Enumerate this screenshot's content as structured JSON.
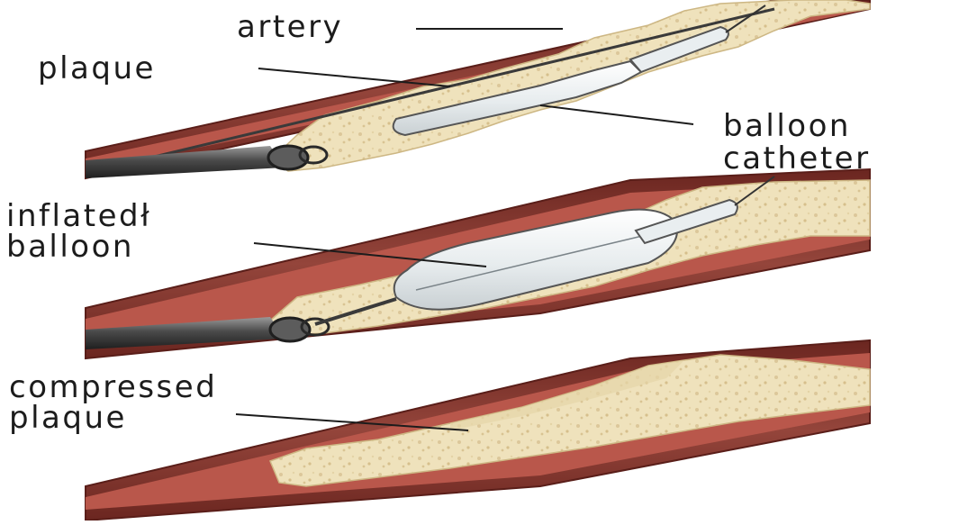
{
  "labels": {
    "artery": "artery",
    "plaque": "plaque",
    "balloon_catheter": [
      "balloon",
      "catheter"
    ],
    "inflated_balloon": [
      "inflatedł",
      "balloon"
    ],
    "compressed_plaque": [
      "compressed",
      "plaque"
    ]
  },
  "colors": {
    "artery_wall": "#8c3d35",
    "artery_wall_dark": "#6b2620",
    "lumen_edge": "#c26a5e",
    "plaque": "#efe2bc",
    "plaque_fleck": "#d8c290",
    "balloon": "#eef1f2",
    "catheter_dark": "#3a3a3a",
    "leader_line": "#1c1c1c"
  }
}
